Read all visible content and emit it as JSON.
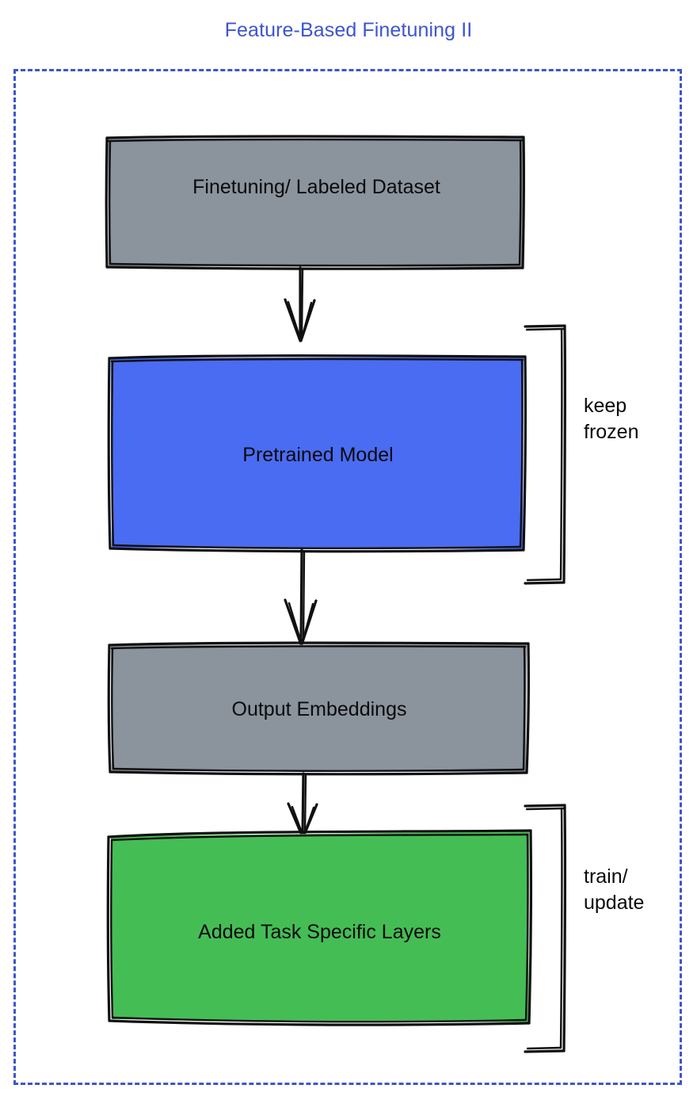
{
  "title": "Feature-Based Finetuning II",
  "colors": {
    "title": "#3d55cf",
    "container_border": "#3d55cf",
    "gray_fill": "#8b939d",
    "blue_fill": "#4a6cf2",
    "green_fill": "#45bd55",
    "stroke": "#111111",
    "text": "#0a0a0a",
    "background": "#ffffff"
  },
  "nodes": [
    {
      "id": "dataset",
      "label": "Finetuning/ Labeled Dataset",
      "fill": "gray"
    },
    {
      "id": "pretrained",
      "label": "Pretrained Model",
      "fill": "blue"
    },
    {
      "id": "embeddings",
      "label": "Output Embeddings",
      "fill": "gray"
    },
    {
      "id": "task_layers",
      "label": "Added Task Specific Layers",
      "fill": "green"
    }
  ],
  "edges": [
    {
      "from": "dataset",
      "to": "pretrained",
      "style": "arrow"
    },
    {
      "from": "pretrained",
      "to": "embeddings",
      "style": "arrow"
    },
    {
      "from": "embeddings",
      "to": "task_layers",
      "style": "arrow"
    }
  ],
  "annotations": [
    {
      "id": "keep-frozen",
      "label": "keep\nfrozen",
      "target": "pretrained"
    },
    {
      "id": "train-update",
      "label": "train/\nupdate",
      "target": "task_layers"
    }
  ]
}
